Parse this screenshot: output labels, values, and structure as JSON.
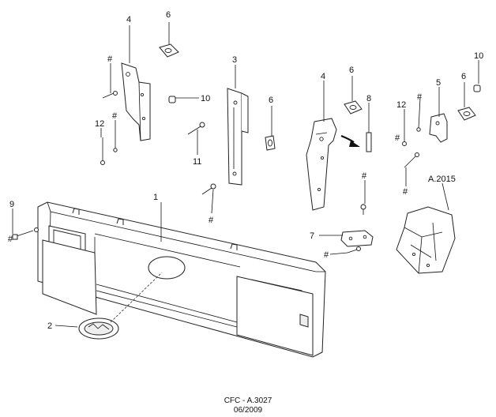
{
  "callouts": {
    "c1": "1",
    "c2": "2",
    "c3": "3",
    "c4a": "4",
    "c4b": "4",
    "c5": "5",
    "c6a": "6",
    "c6b": "6",
    "c6c": "6",
    "c6d": "6",
    "c7": "7",
    "c8": "8",
    "c9": "9",
    "c10a": "10",
    "c10b": "10",
    "c11": "11",
    "c12a": "12",
    "c12b": "12",
    "ref": "A.2015",
    "h1": "#",
    "h2": "#",
    "h3": "#",
    "h4": "#",
    "h5": "#",
    "h6": "#",
    "h7": "#",
    "h8": "#",
    "h9": "#"
  },
  "footer": {
    "code": "CFC - A.3027",
    "date": "06/2009"
  }
}
